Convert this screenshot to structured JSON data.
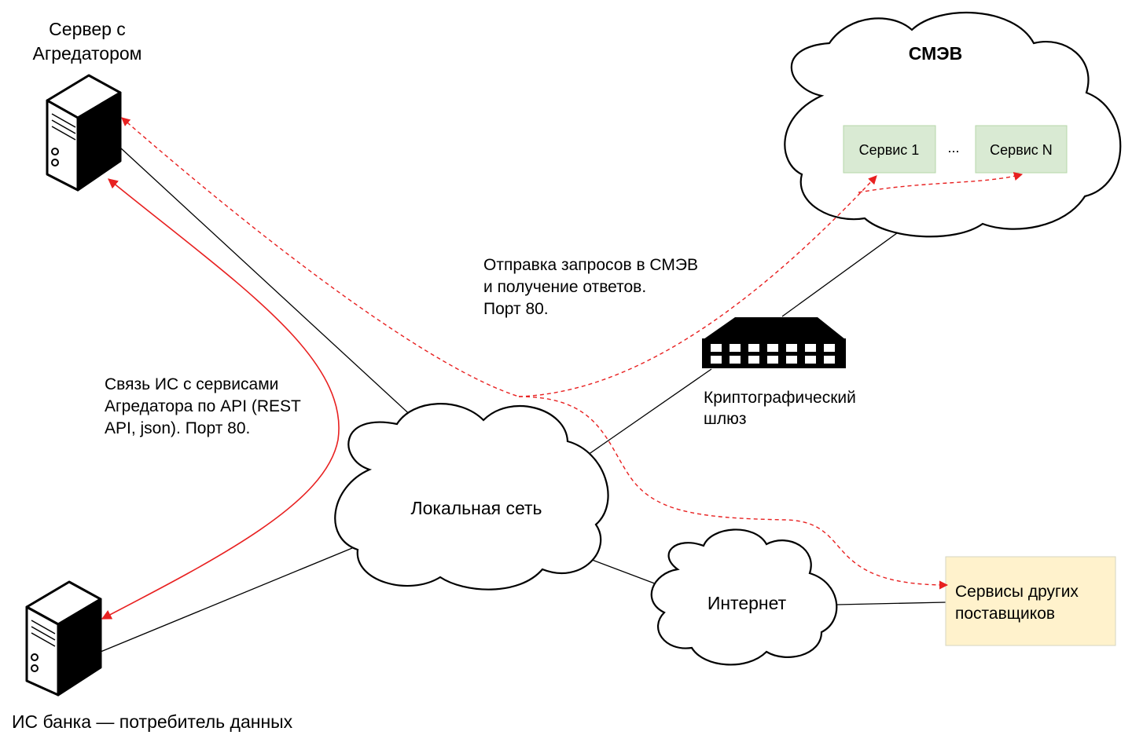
{
  "nodes": {
    "aggregator_server": {
      "label_lines": [
        "Сервер с",
        "Агредатором"
      ],
      "icon": "server-icon"
    },
    "bank_server": {
      "label": "ИС банка — потребитель данных",
      "icon": "server-icon"
    },
    "smev": {
      "title": "СМЭВ",
      "service_1": "Сервис 1",
      "ellipsis": "...",
      "service_n": "Сервис N",
      "service_color": "#d9ead3",
      "service_border": "#b6d7a8"
    },
    "local_network": {
      "label": "Локальная сеть"
    },
    "internet": {
      "label": "Интернет"
    },
    "crypto_gateway": {
      "label_lines": [
        "Криптографический",
        "шлюз"
      ],
      "icon": "network-switch-icon"
    },
    "other_providers": {
      "label_lines": [
        "Сервисы других",
        "поставщиков"
      ],
      "fill_color": "#fff2cc",
      "border_color": "#d6d6c0"
    }
  },
  "annotations": {
    "smev_requests": [
      "Отправка запросов в СМЭВ",
      "и получение ответов.",
      "Порт 80."
    ],
    "api_link": [
      "Связь ИС с сервисами",
      "Агредатора по API (REST",
      "API, json). Порт 80."
    ]
  },
  "colors": {
    "line": "#000000",
    "red_arrow": "#e82020"
  }
}
